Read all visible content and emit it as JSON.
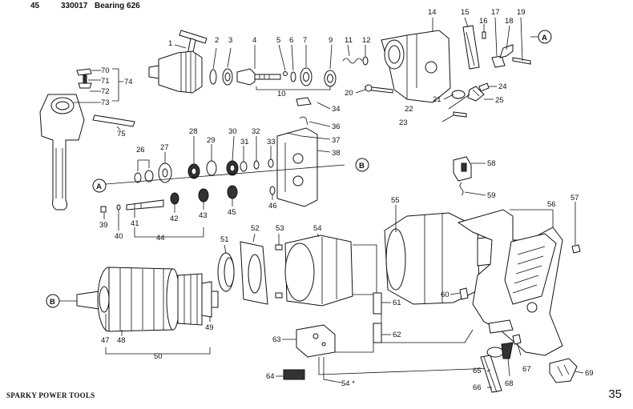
{
  "header": {
    "index": "45",
    "code": "330017",
    "name": "Bearing 626"
  },
  "footer": {
    "brand": "SPARKY POWER TOOLS",
    "page": "35"
  },
  "markers": {
    "a": "A",
    "b": "B"
  },
  "parts": {
    "p1": "1",
    "p2": "2",
    "p3": "3",
    "p4": "4",
    "p5": "5",
    "p6": "6",
    "p7": "7",
    "p9": "9",
    "p10": "10",
    "p11": "11",
    "p12": "12",
    "p14": "14",
    "p15": "15",
    "p16": "16",
    "p17": "17",
    "p18": "18",
    "p19": "19",
    "p20": "20",
    "p21": "21",
    "p22": "22",
    "p23": "23",
    "p24": "24",
    "p25": "25",
    "p26": "26",
    "p27": "27",
    "p28": "28",
    "p29": "29",
    "p30": "30",
    "p31": "31",
    "p32": "32",
    "p33": "33",
    "p34": "34",
    "p36": "36",
    "p37": "37",
    "p38": "38",
    "p39": "39",
    "p40": "40",
    "p41": "41",
    "p42": "42",
    "p43": "43",
    "p44": "44",
    "p45": "45",
    "p46": "46",
    "p47": "47",
    "p48": "48",
    "p49": "49",
    "p50": "50",
    "p51": "51",
    "p52": "52",
    "p53": "53",
    "p54": "54",
    "p54s": "54 *",
    "p55": "55",
    "p56": "56",
    "p57": "57",
    "p58": "58",
    "p59": "59",
    "p60": "60",
    "p61": "61",
    "p62": "62",
    "p63": "63",
    "p64": "64",
    "p65": "65",
    "p66": "66",
    "p67": "67",
    "p68": "68",
    "p69": "69",
    "p70": "70",
    "p71": "71",
    "p72": "72",
    "p73": "73",
    "p74": "74",
    "p75": "75"
  }
}
